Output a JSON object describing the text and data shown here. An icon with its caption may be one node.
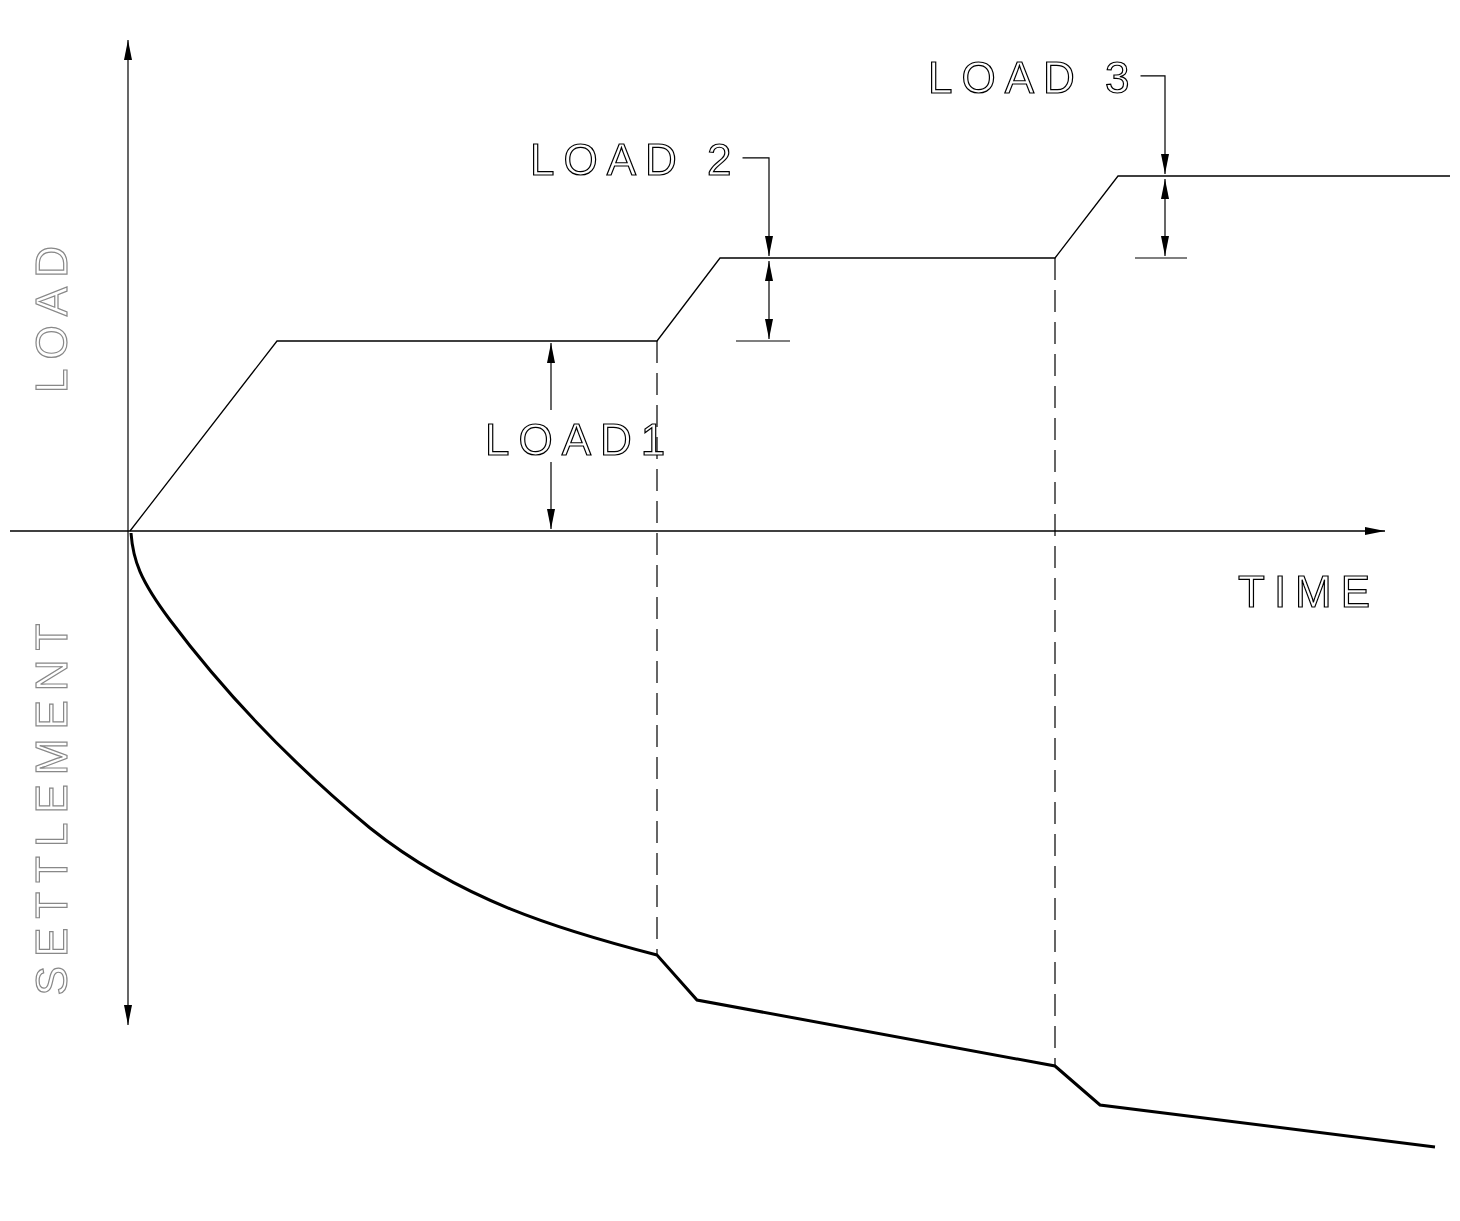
{
  "diagram": {
    "nodes": [
      {
        "text": [
          "LOAD 2"
        ]
      },
      {
        "text": [
          "LOAD 3"
        ]
      }
    ],
    "edges": [
      {
        "from": 0,
        "to": null,
        "arrow": "to"
      },
      {
        "from": 1,
        "to": null,
        "arrow": "to"
      }
    ],
    "labels": [
      "LOAD",
      "LOAD1",
      "TIME",
      "SETTLEMENT"
    ]
  }
}
